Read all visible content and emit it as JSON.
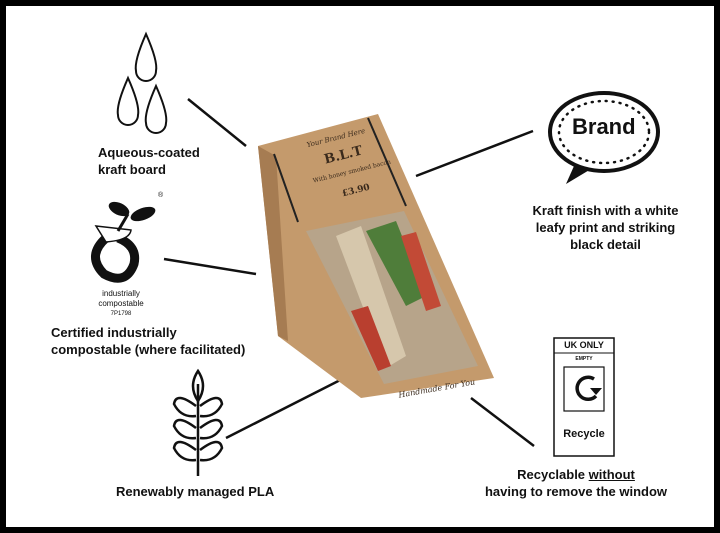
{
  "features": [
    {
      "label_line1": "Aqueous-coated",
      "label_line2": "kraft board",
      "icon": "water-drops-icon"
    },
    {
      "label_line1": "Kraft finish with a white",
      "label_line2": "leafy print and striking",
      "label_line3": "black detail",
      "icon": "brand-speech-bubble-icon",
      "icon_text": "Brand"
    },
    {
      "label_line1": "Certified industrially",
      "label_line2": "compostable (where facilitated)",
      "icon": "seedling-compostable-icon",
      "logo_text1": "industrially",
      "logo_text2": "compostable",
      "logo_code": "7P1798",
      "logo_mark": "®"
    },
    {
      "label_line1": "Renewably managed PLA",
      "icon": "wheat-icon"
    },
    {
      "label_line1": "Recyclable",
      "label_underlined": "without",
      "label_line2": "having to remove the window",
      "icon": "recycle-label-icon",
      "logo_top": "UK ONLY",
      "logo_sub": "EMPTY",
      "logo_bottom": "Recycle"
    }
  ],
  "product": {
    "brand": "Your Brand Here",
    "name": "B.L.T",
    "description": "With honey smoked bacon",
    "price": "£3.90",
    "tagline": "Handmade For You"
  },
  "colors": {
    "kraft": "#c49a6c",
    "ink": "#111111"
  }
}
